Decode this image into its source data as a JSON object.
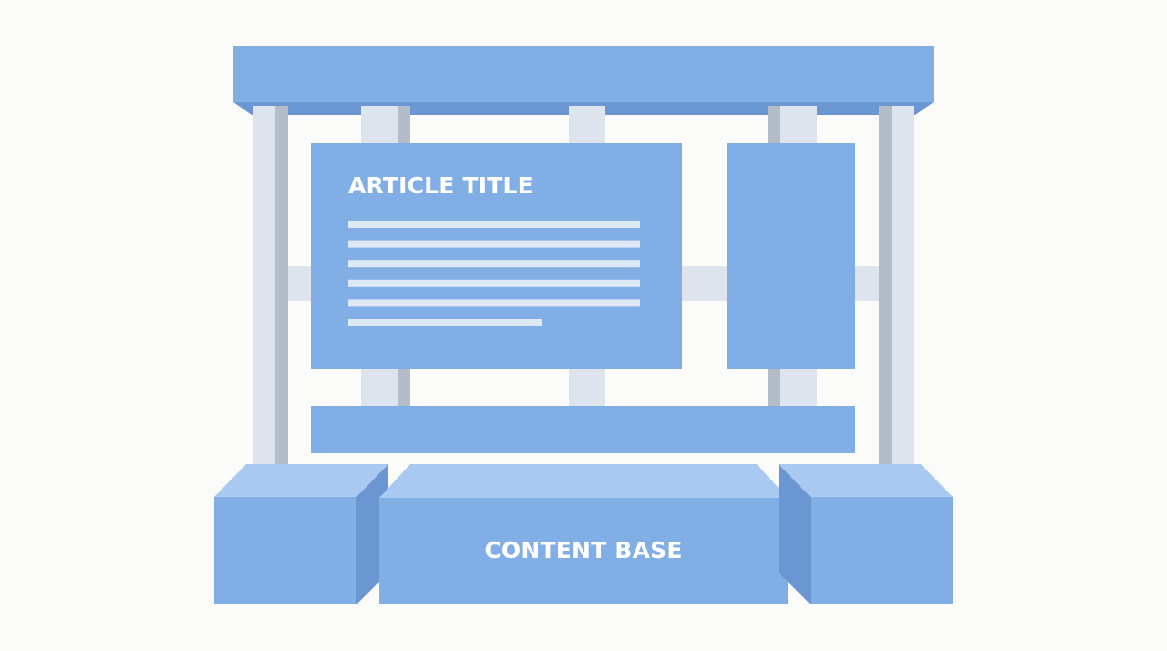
{
  "diagram": {
    "article_title": "ARTICLE TITLE",
    "content_base_label": "CONTENT BASE",
    "article_text_line_count": 6
  },
  "colors": {
    "background": "#fbfbf9",
    "panel_blue": "#82aee6",
    "panel_blue_dark": "#6a96d2",
    "panel_blue_light": "#a9c9f2",
    "pillar_light": "#dde4ee",
    "pillar_shadow": "#b3bdca",
    "text_line": "#dfe8f5",
    "label_text": "#ffffff"
  }
}
